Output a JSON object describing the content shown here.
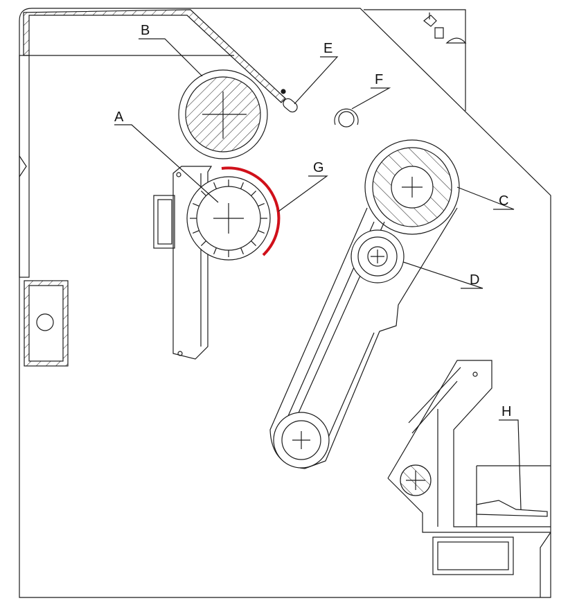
{
  "diagram": {
    "labels": {
      "A": "A",
      "B": "B",
      "C": "C",
      "D": "D",
      "E": "E",
      "F": "F",
      "G": "G",
      "H": "H"
    },
    "colors": {
      "line": "#1a1a1a",
      "highlight": "#d0101a"
    }
  }
}
